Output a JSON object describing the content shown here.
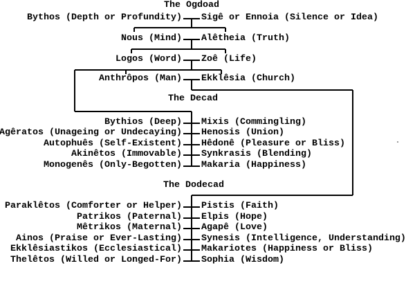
{
  "diagram": {
    "background_color": "#ffffff",
    "text_color": "#000000",
    "line_color": "#000000",
    "sections": [
      {
        "title": "The Ogdoad",
        "rows": [
          {
            "left": "Bythos (Depth or Profundity)",
            "right": "Sigê or Ennoia (Silence or Idea)"
          },
          {
            "left": "Nous (Mind)",
            "right": "Alêtheia (Truth)"
          },
          {
            "left": "Logos (Word)",
            "right": "Zoê (Life)"
          },
          {
            "left": "Anthrôpos (Man)",
            "right": "Ekklêsia (Church)"
          }
        ]
      },
      {
        "title": "The Decad",
        "rows": [
          {
            "left": "Bythios (Deep)",
            "right": "Mixis (Commingling)"
          },
          {
            "left": "Agêratos (Unageing or Undecaying)",
            "right": "Henosis (Union)"
          },
          {
            "left": "Autophuês (Self-Existent)",
            "right": "Hêdonê (Pleasure or Bliss)"
          },
          {
            "left": "Akinêtos (Immovable)",
            "right": "Synkrasis (Blending)"
          },
          {
            "left": "Monogenês (Only-Begotten)",
            "right": "Makaria (Happiness)"
          }
        ]
      },
      {
        "title": "The Dodecad",
        "rows": [
          {
            "left": "Paraklêtos (Comforter or Helper)",
            "right": "Pistis (Faith)"
          },
          {
            "left": "Patrikos (Paternal)",
            "right": "Elpis (Hope)"
          },
          {
            "left": "Mêtrikos (Maternal)",
            "right": "Agapê (Love)"
          },
          {
            "left": "Ainos (Praise or Ever-Lasting)",
            "right": "Synesis (Intelligence, Understanding)"
          },
          {
            "left": "Ekklêsiastikos (Ecclesiastical)",
            "right": "Makariotes (Happiness or Bliss)"
          },
          {
            "left": "Thelêtos (Willed or Longed-For)",
            "right": "Sophia (Wisdom)"
          }
        ]
      }
    ]
  }
}
